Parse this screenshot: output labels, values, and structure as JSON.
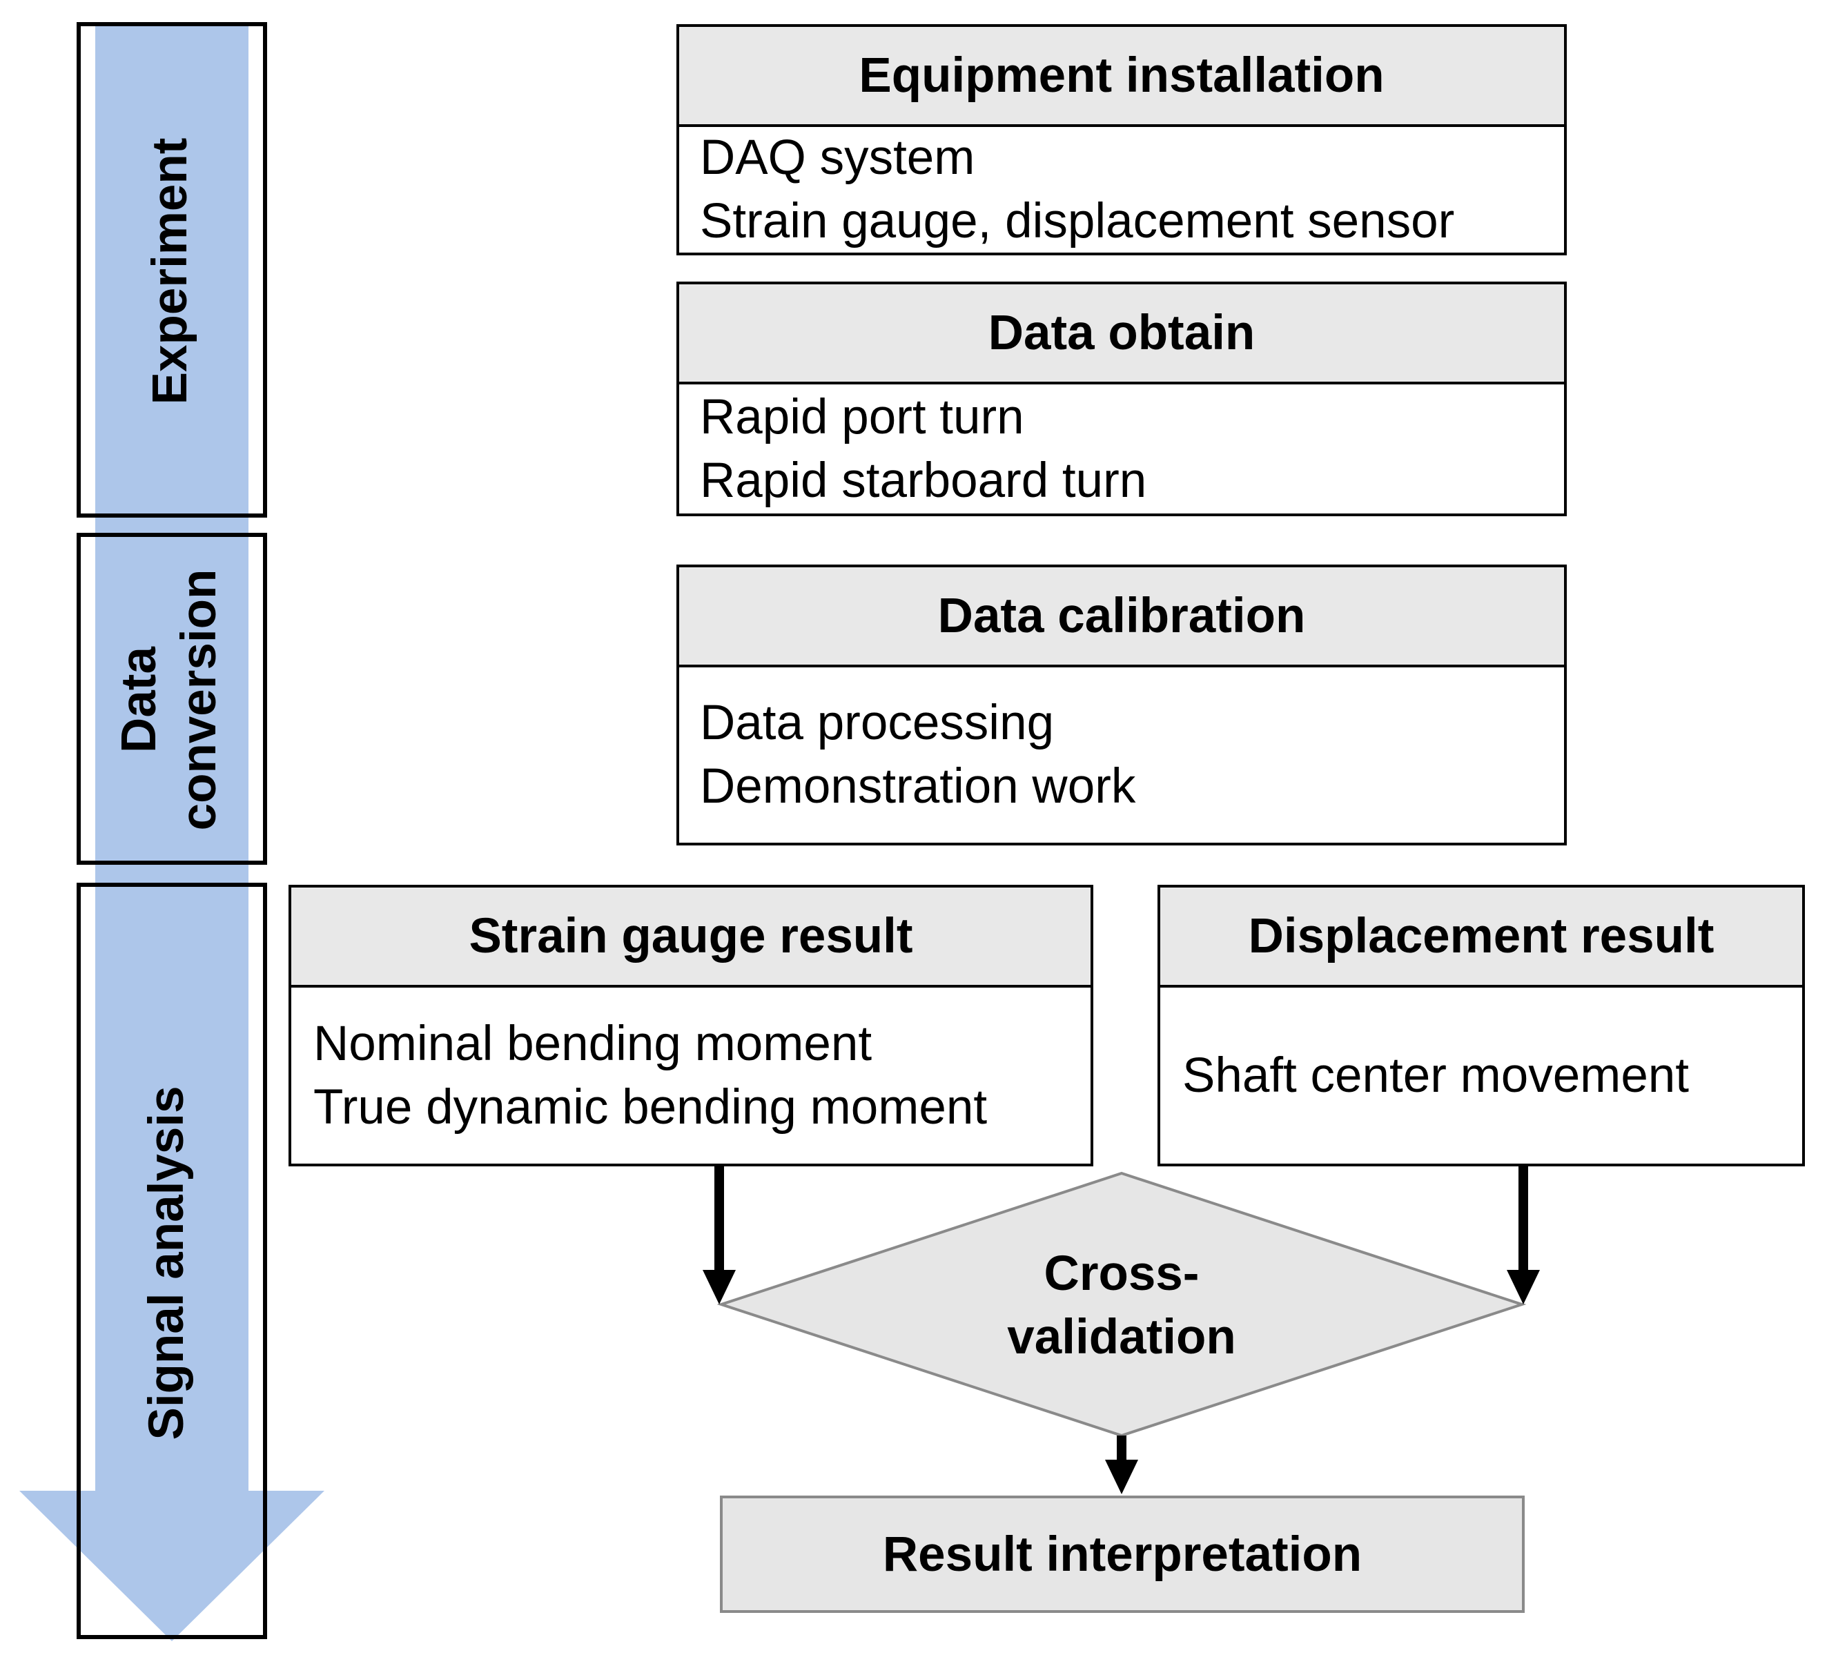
{
  "colors": {
    "phase_arrow": "#adc6ea",
    "header_fill": "#e8e8e8",
    "decision_fill": "#e6e6e6",
    "decision_border": "#8a8a8a"
  },
  "phases": [
    {
      "label": "Experiment"
    },
    {
      "label_line1": "Data",
      "label_line2": "conversion"
    },
    {
      "label": "Signal analysis"
    }
  ],
  "boxes": {
    "equipment": {
      "title": "Equipment installation",
      "lines": [
        "DAQ system",
        "Strain gauge, displacement sensor"
      ]
    },
    "data_obtain": {
      "title": "Data obtain",
      "lines": [
        "Rapid port turn",
        "Rapid starboard turn"
      ]
    },
    "calibration": {
      "title": "Data calibration",
      "lines": [
        "Data processing",
        "Demonstration work"
      ]
    },
    "strain": {
      "title": "Strain gauge result",
      "lines": [
        "Nominal bending moment",
        "True dynamic bending moment"
      ]
    },
    "displacement": {
      "title": "Displacement result",
      "lines": [
        "Shaft center movement"
      ]
    }
  },
  "decision": {
    "line1": "Cross-",
    "line2": "validation"
  },
  "result": {
    "title": "Result interpretation"
  }
}
